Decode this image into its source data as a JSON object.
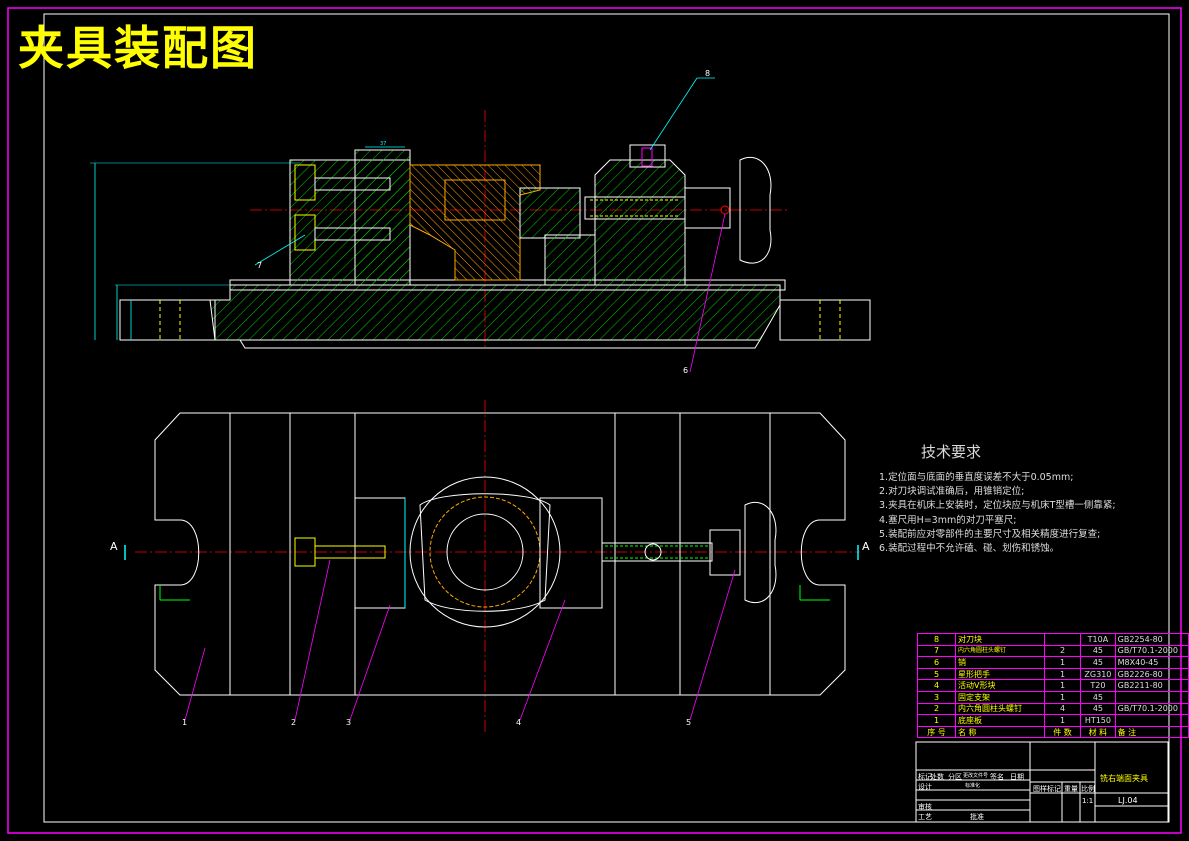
{
  "title": "夹具装配图",
  "tech_requirements": {
    "heading": "技术要求",
    "items": [
      "1.定位面与底面的垂直度误差不大于0.05mm;",
      "2.对刀块调试准确后，用锥销定位;",
      "3.夹具在机床上安装时，定位块应与机床T型槽一侧靠紧;",
      "4.塞尺用H=3mm的对刀平塞尺;",
      "5.装配前应对零部件的主要尺寸及相关精度进行复查;",
      "6.装配过程中不允许磕、碰、划伤和锈蚀。"
    ]
  },
  "bom": {
    "rows": [
      {
        "no": "8",
        "name": "对刀块",
        "qty": "",
        "material": "T10A",
        "std": "GB2254-80"
      },
      {
        "no": "7",
        "name": "内六角圆柱头螺钉",
        "qty": "2",
        "material": "45",
        "std": "GB/T70.1-2000"
      },
      {
        "no": "6",
        "name": "销",
        "qty": "1",
        "material": "45",
        "std": "M8X40-45"
      },
      {
        "no": "5",
        "name": "星形把手",
        "qty": "1",
        "material": "ZG310",
        "std": "GB2226-80"
      },
      {
        "no": "4",
        "name": "活动V形块",
        "qty": "1",
        "material": "T20",
        "std": "GB2211-80"
      },
      {
        "no": "3",
        "name": "固定支架",
        "qty": "1",
        "material": "45",
        "std": ""
      },
      {
        "no": "2",
        "name": "内六角圆柱头螺钉",
        "qty": "4",
        "material": "45",
        "std": "GB/T70.1-2000"
      },
      {
        "no": "1",
        "name": "底座板",
        "qty": "1",
        "material": "HT150",
        "std": ""
      }
    ],
    "header": {
      "no": "序 号",
      "name": "名 称",
      "qty": "件 数",
      "material": "材 料",
      "std": "备 注"
    }
  },
  "title_block": {
    "drawing_name": "铣右端面夹具",
    "drawing_no": "LJ.04",
    "scale": "1:1",
    "labels": [
      "标记",
      "处数",
      "分区",
      "更改文件号",
      "签名",
      "日期",
      "设计",
      "标准化",
      "审核",
      "工艺",
      "批准",
      "图样标记",
      "重量",
      "比例"
    ]
  },
  "callouts": [
    "1",
    "2",
    "3",
    "4",
    "5",
    "6",
    "7",
    "8"
  ],
  "section_label": "A",
  "dimension": "37",
  "colors": {
    "background": "#000000",
    "frame": "#ff00ff",
    "outline": "#ffffff",
    "hatch": "#00ff00",
    "center": "#ff0000",
    "hidden": "#ffff00",
    "dim": "#00ffff",
    "title": "#ffff00",
    "part_orange": "#ffaa00"
  }
}
